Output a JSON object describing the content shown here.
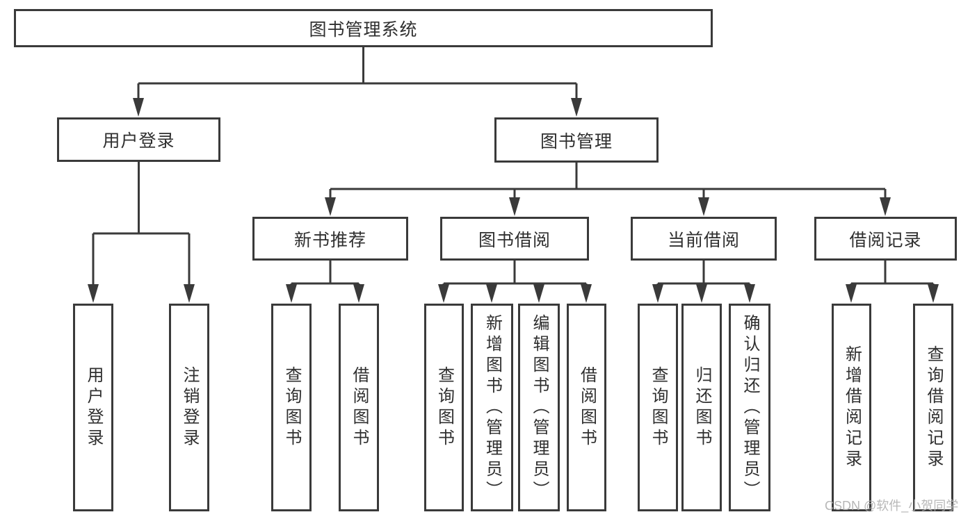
{
  "tree": {
    "label": "图书管理系统",
    "children": [
      {
        "label": "用户登录",
        "children": [
          {
            "label": "用户登录"
          },
          {
            "label": "注销登录"
          }
        ]
      },
      {
        "label": "图书管理",
        "children": [
          {
            "label": "新书推荐",
            "children": [
              {
                "label": "查询图书"
              },
              {
                "label": "借阅图书"
              }
            ]
          },
          {
            "label": "图书借阅",
            "children": [
              {
                "label": "查询图书"
              },
              {
                "label": "新增图书（管理员）"
              },
              {
                "label": "编辑图书（管理员）"
              },
              {
                "label": "借阅图书"
              }
            ]
          },
          {
            "label": "当前借阅",
            "children": [
              {
                "label": "查询图书"
              },
              {
                "label": "归还图书"
              },
              {
                "label": "确认归还（管理员）"
              }
            ]
          },
          {
            "label": "借阅记录",
            "children": [
              {
                "label": "新增借阅记录"
              },
              {
                "label": "查询借阅记录"
              }
            ]
          }
        ]
      }
    ]
  },
  "watermark": "CSDN @软件_小贺同学",
  "colors": {
    "line": "#3a3a3a",
    "text": "#2f2f2f",
    "watermark": "#b0b0b0",
    "background": "#ffffff"
  }
}
